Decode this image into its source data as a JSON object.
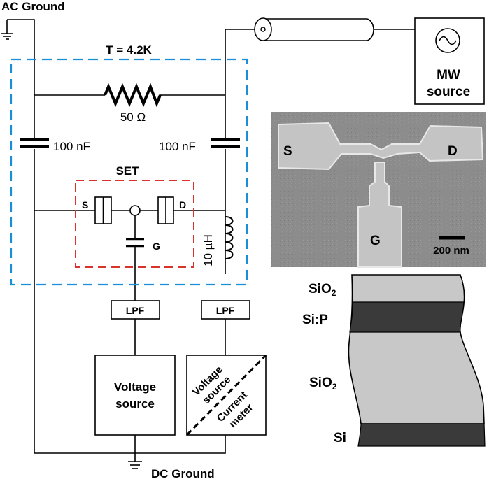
{
  "grounds": {
    "ac": "AC Ground",
    "dc": "DC Ground"
  },
  "temperature": "T = 4.2K",
  "resistor": "50 Ω",
  "capacitors": {
    "left": "100 nF",
    "right": "100 nF"
  },
  "set": {
    "title": "SET",
    "source": "S",
    "drain": "D",
    "gate": "G"
  },
  "inductor": "10 µH",
  "filters": {
    "left": "LPF",
    "right": "LPF"
  },
  "voltage_source": {
    "line1": "Voltage",
    "line2": "source"
  },
  "combo_box": {
    "upper_line1": "Voltage",
    "upper_line2": "source",
    "lower_line1": "Current",
    "lower_line2": "meter"
  },
  "mw_source": {
    "line1": "MW",
    "line2": "source"
  },
  "micrograph": {
    "source": "S",
    "drain": "D",
    "gate": "G",
    "scalebar": "200 nm"
  },
  "layers": {
    "sio2_top": "SiO",
    "sip": "Si:P",
    "sio2_mid": "SiO",
    "si": "Si",
    "subscript": "2"
  },
  "colors": {
    "dashed_outer": "#1a8fd6",
    "dashed_set": "#d9332b",
    "sem_background": "#8a8a8a",
    "layer_light": "#c8c8c8",
    "layer_dark": "#3a3a3a"
  }
}
